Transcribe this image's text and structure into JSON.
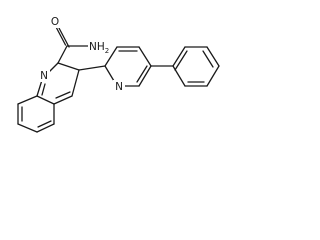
{
  "structure": {
    "atoms": {
      "amide_nitrogen": "NH",
      "amide_nitrogen_subscript": "2",
      "amide_oxygen": "O",
      "ring_nitrogen_left": "N",
      "ring_nitrogen_right": "N"
    }
  }
}
